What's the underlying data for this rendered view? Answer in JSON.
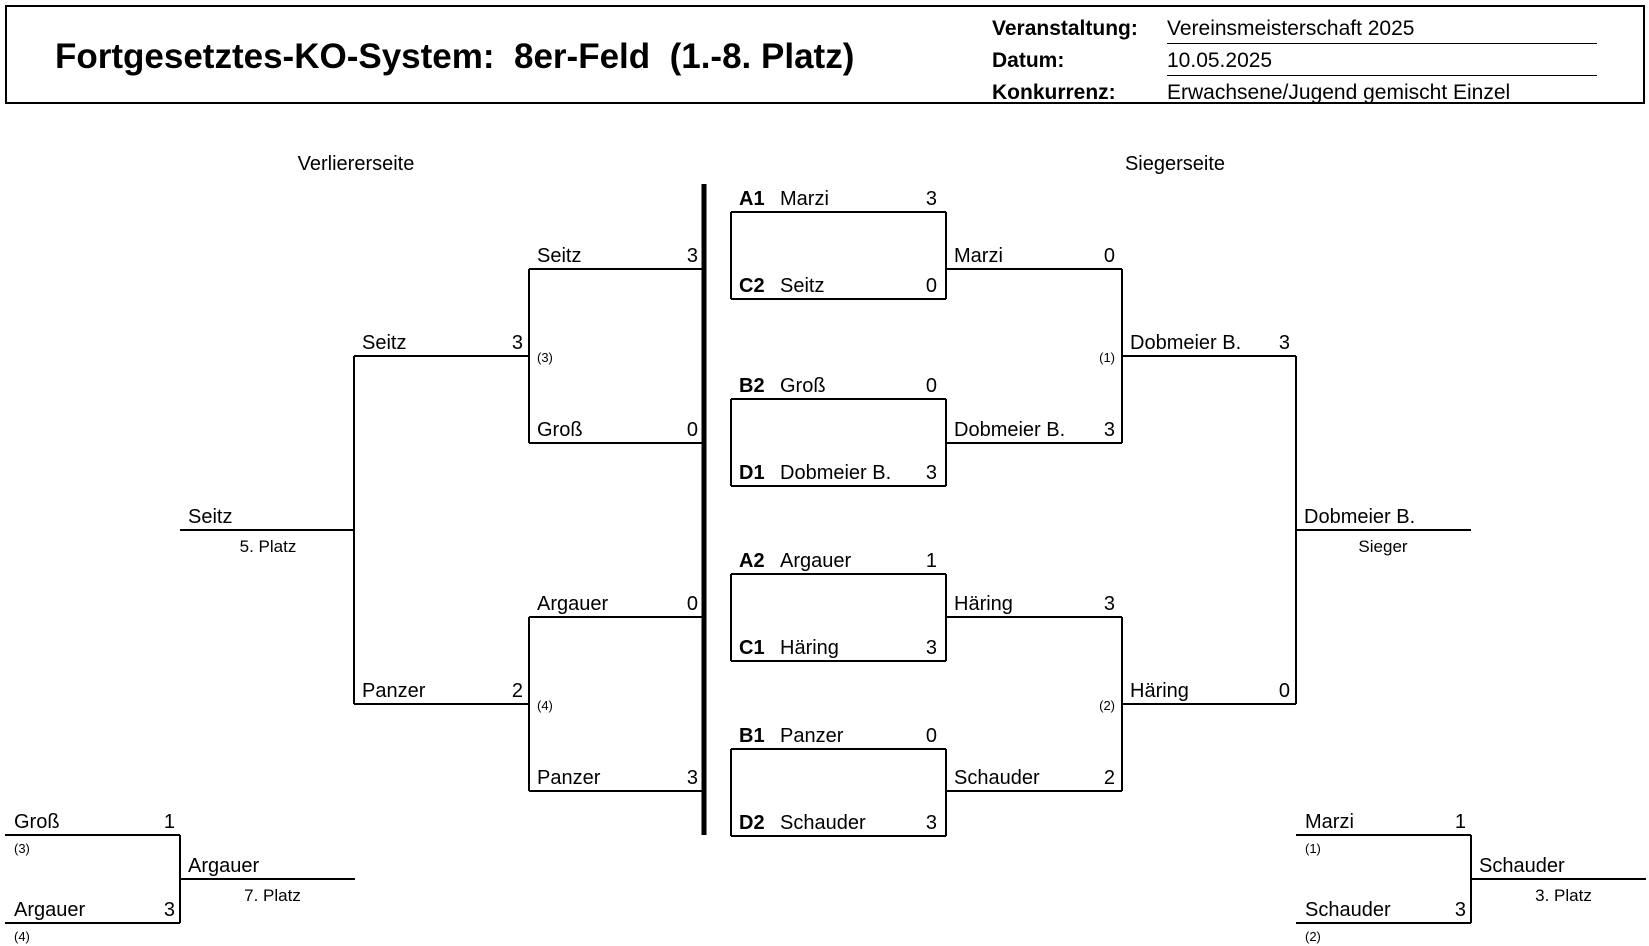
{
  "header": {
    "title": "Fortgesetztes-KO-System:  8er-Feld  (1.-8. Platz)",
    "meta": [
      {
        "label": "Veranstaltung:",
        "value": "Vereinsmeisterschaft 2025"
      },
      {
        "label": "Datum:",
        "value": "10.05.2025"
      },
      {
        "label": "Konkurrenz:",
        "value": "Erwachsene/Jugend gemischt Einzel"
      }
    ]
  },
  "sides": {
    "loser": "Verliererseite",
    "winner": "Siegerseite"
  },
  "first_round": [
    {
      "id": "m1",
      "p1": {
        "seed": "A1",
        "name": "Marzi",
        "score": "3"
      },
      "p2": {
        "seed": "C2",
        "name": "Seitz",
        "score": "0"
      }
    },
    {
      "id": "m2",
      "p1": {
        "seed": "B2",
        "name": "Groß",
        "score": "0"
      },
      "p2": {
        "seed": "D1",
        "name": "Dobmeier B.",
        "score": "3"
      }
    },
    {
      "id": "m3",
      "p1": {
        "seed": "A2",
        "name": "Argauer",
        "score": "1"
      },
      "p2": {
        "seed": "C1",
        "name": "Häring",
        "score": "3"
      }
    },
    {
      "id": "m4",
      "p1": {
        "seed": "B1",
        "name": "Panzer",
        "score": "0"
      },
      "p2": {
        "seed": "D2",
        "name": "Schauder",
        "score": "3"
      }
    }
  ],
  "winner_r2": [
    {
      "label": "(1)",
      "a": {
        "name": "Marzi",
        "score": "0"
      },
      "b": {
        "name": "Dobmeier B.",
        "score": "3"
      }
    },
    {
      "label": "(2)",
      "a": {
        "name": "Häring",
        "score": "3"
      },
      "b": {
        "name": "Schauder",
        "score": "2"
      }
    }
  ],
  "winner_final": {
    "a": {
      "name": "Dobmeier B.",
      "score": "3"
    },
    "b": {
      "name": "Häring",
      "score": "0"
    },
    "result": {
      "name": "Dobmeier B.",
      "place": "Sieger"
    }
  },
  "loser_r2": [
    {
      "label": "(3)",
      "a": {
        "name": "Seitz",
        "score": "3"
      },
      "b": {
        "name": "Groß",
        "score": "0"
      }
    },
    {
      "label": "(4)",
      "a": {
        "name": "Argauer",
        "score": "0"
      },
      "b": {
        "name": "Panzer",
        "score": "3"
      }
    }
  ],
  "loser_final": {
    "a": {
      "name": "Seitz",
      "score": "3"
    },
    "b": {
      "name": "Panzer",
      "score": "2"
    },
    "result": {
      "name": "Seitz",
      "place": "5. Platz"
    }
  },
  "place7": {
    "a": {
      "name": "Groß",
      "score": "1",
      "label": "(3)"
    },
    "b": {
      "name": "Argauer",
      "score": "3",
      "label": "(4)"
    },
    "result": {
      "name": "Argauer",
      "place": "7. Platz"
    }
  },
  "place3": {
    "a": {
      "name": "Marzi",
      "score": "1",
      "label": "(1)"
    },
    "b": {
      "name": "Schauder",
      "score": "3",
      "label": "(2)"
    },
    "result": {
      "name": "Schauder",
      "place": "3. Platz"
    }
  }
}
